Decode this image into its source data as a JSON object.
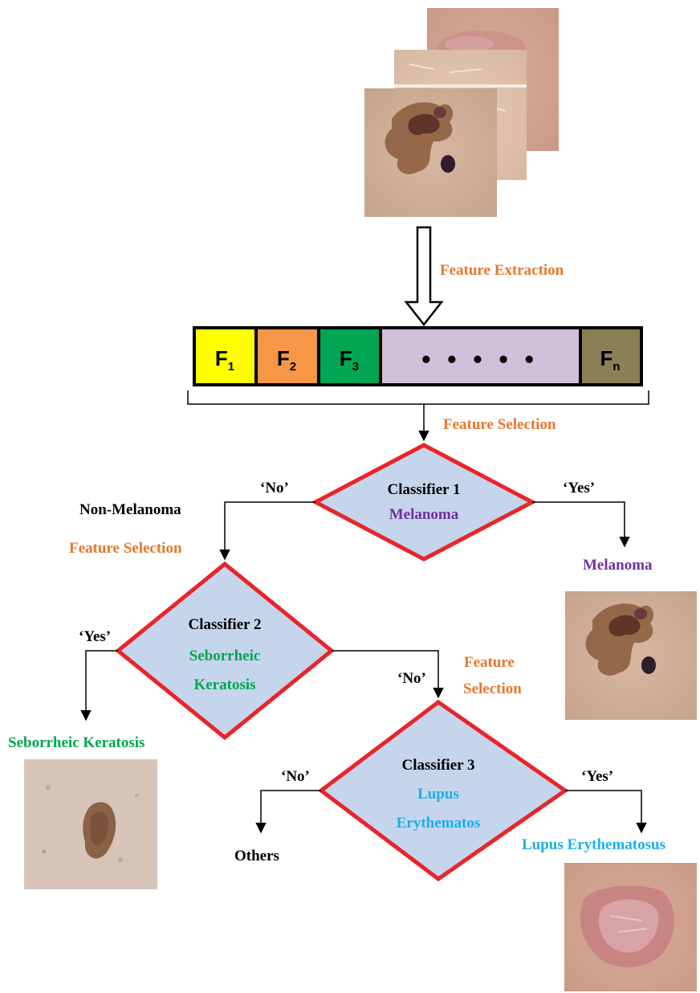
{
  "colors": {
    "orange": "#e8772e",
    "purple": "#7030a0",
    "green": "#00a651",
    "cyan": "#1ab0e8",
    "diamond_fill": "#c5d5ec",
    "diamond_stroke": "#e8252a",
    "f1": "#ffff00",
    "f2": "#f79646",
    "f3": "#00a651",
    "dots": "#cfc0dc",
    "fn": "#8b8055"
  },
  "steps": {
    "feature_extraction": "Feature Extraction",
    "feature_selection_top": "Feature Selection",
    "feature_selection_left": "Feature Selection",
    "feature_selection_right_line1": "Feature",
    "feature_selection_right_line2": "Selection"
  },
  "feature_vector": {
    "f1": "F",
    "f1_sub": "1",
    "f2": "F",
    "f2_sub": "2",
    "f3": "F",
    "f3_sub": "3",
    "dots": "• • • • •",
    "fn": "F",
    "fn_sub": "n"
  },
  "classifiers": [
    {
      "title": "Classifier 1",
      "line1": "Melanoma",
      "line2": ""
    },
    {
      "title": "Classifier 2",
      "line1": "Seborrheic",
      "line2": "Keratosis"
    },
    {
      "title": "Classifier 3",
      "line1": "Lupus",
      "line2": "Erythematos"
    }
  ],
  "branches": {
    "c1_no": "‘No’",
    "c1_yes": "‘Yes’",
    "c2_yes": "‘Yes’",
    "c2_no": "‘No’",
    "c3_no": "‘No’",
    "c3_yes": "‘Yes’"
  },
  "outcomes": {
    "non_melanoma": "Non-Melanoma",
    "melanoma": "Melanoma",
    "seborrheic_keratosis": "Seborrheic Keratosis",
    "lupus": "Lupus Erythematosus",
    "others": "Others"
  }
}
